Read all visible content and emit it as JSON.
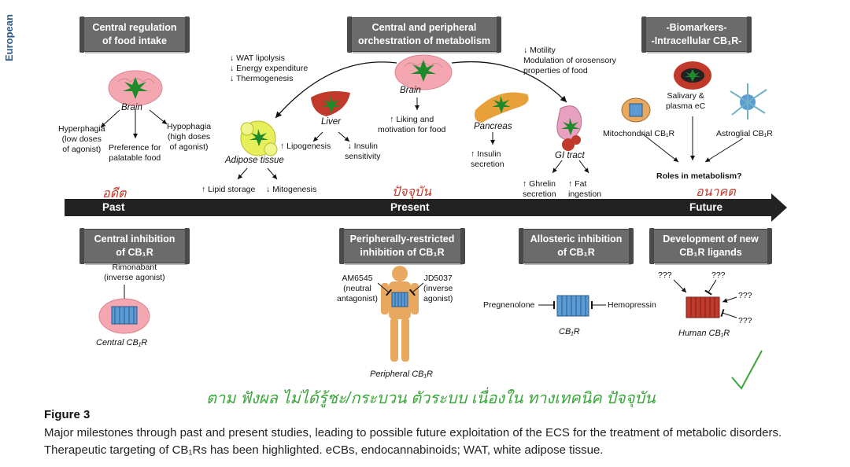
{
  "side_label": "European",
  "banners": {
    "central_regulation": [
      "Central regulation",
      "of food intake"
    ],
    "central_peripheral": [
      "Central and peripheral",
      "orchestration of metabolism"
    ],
    "biomarkers": [
      "-Biomarkers-",
      "-Intracellular CB₁R-"
    ],
    "central_inhibition": [
      "Central inhibition",
      "of CB₁R"
    ],
    "peripheral_inhibition": [
      "Peripherally-restricted",
      "inhibition of CB₁R"
    ],
    "allosteric": [
      "Allosteric inhibition",
      "of CB₁R"
    ],
    "development": [
      "Development of new",
      "CB₁R ligands"
    ]
  },
  "timeline": {
    "past": "Past",
    "present": "Present",
    "future": "Future"
  },
  "handwritten": {
    "past": "อดีต",
    "present": "ปัจจุบัน",
    "future": "อนาคต"
  },
  "past_section": {
    "brain": "Brain",
    "hyperphagia": [
      "Hyperphagia",
      "(low doses",
      "of agonist)"
    ],
    "preference": [
      "Preference for",
      "palatable food"
    ],
    "hypophagia": [
      "Hypophagia",
      "(high doses",
      "of agonist)"
    ]
  },
  "present_top": {
    "wat_list": [
      "↓ WAT lipolysis",
      "↓ Energy expenditure",
      "↓ Thermogenesis"
    ],
    "brain": "Brain",
    "liking": [
      "↑ Liking and",
      "motivation for food"
    ],
    "liver": "Liver",
    "lipogenesis": "↑ Lipogenesis",
    "insulin_sens": [
      "↓ Insulin",
      "sensitivity"
    ],
    "adipose": "Adipose tissue",
    "lipid": "↑ Lipid storage",
    "mitogenesis": "↓ Mitogenesis",
    "pancreas": "Pancreas",
    "insulin_sec": [
      "↑ Insulin",
      "secretion"
    ],
    "motility": [
      "↓ Motility",
      "Modulation of orosensory",
      "properties of food"
    ],
    "gi": "GI tract",
    "ghrelin": [
      "↑ Ghrelin",
      "secretion"
    ],
    "fat": [
      "↑ Fat",
      "ingestion"
    ]
  },
  "future_top": {
    "salivary": [
      "Salivary &",
      "plasma eC"
    ],
    "mito": "Mitochondrial CB₁R",
    "astro": "Astroglial CB₁R",
    "roles": "Roles in metabolism?"
  },
  "bottom": {
    "rimonabant": [
      "Rimonabant",
      "(inverse agonist)"
    ],
    "central_cb1r": "Central CB₁R",
    "am6545": [
      "AM6545",
      "(neutral",
      "antagonist)"
    ],
    "jd5037": [
      "JD5037",
      "(inverse",
      "agonist)"
    ],
    "peripheral_cb1r": "Peripheral CB₁R",
    "pregnenolone": "Pregnenolone",
    "hemopressin": "Hemopressin",
    "cb1r": "CB₁R",
    "qmarks": "???",
    "human_cb1r": "Human CB₁R"
  },
  "green_note": "ตาม ฟังผล ไม่ได้รู้ชะ/กระบวน ตัวระบบ เนื่องใน ทางเทคนิค ปัจจุบัน",
  "figure_title": "Figure 3",
  "caption": "Major milestones through past and present studies, leading to possible future exploitation of the ECS for the treatment of metabolic disorders. Therapeutic targeting of CB₁Rs has been highlighted. eCBs, endocannabinoids; WAT, white adipose tissue.",
  "colors": {
    "banner": "#6b6b6b",
    "brain": "#f4a7b0",
    "leaf": "#1f8a2a",
    "receptor_blue": "#5b9bd5",
    "receptor_red": "#c0392b",
    "timeline": "#222222",
    "handwriting_red": "#c0392b",
    "handwriting_green": "#3aa63a"
  }
}
